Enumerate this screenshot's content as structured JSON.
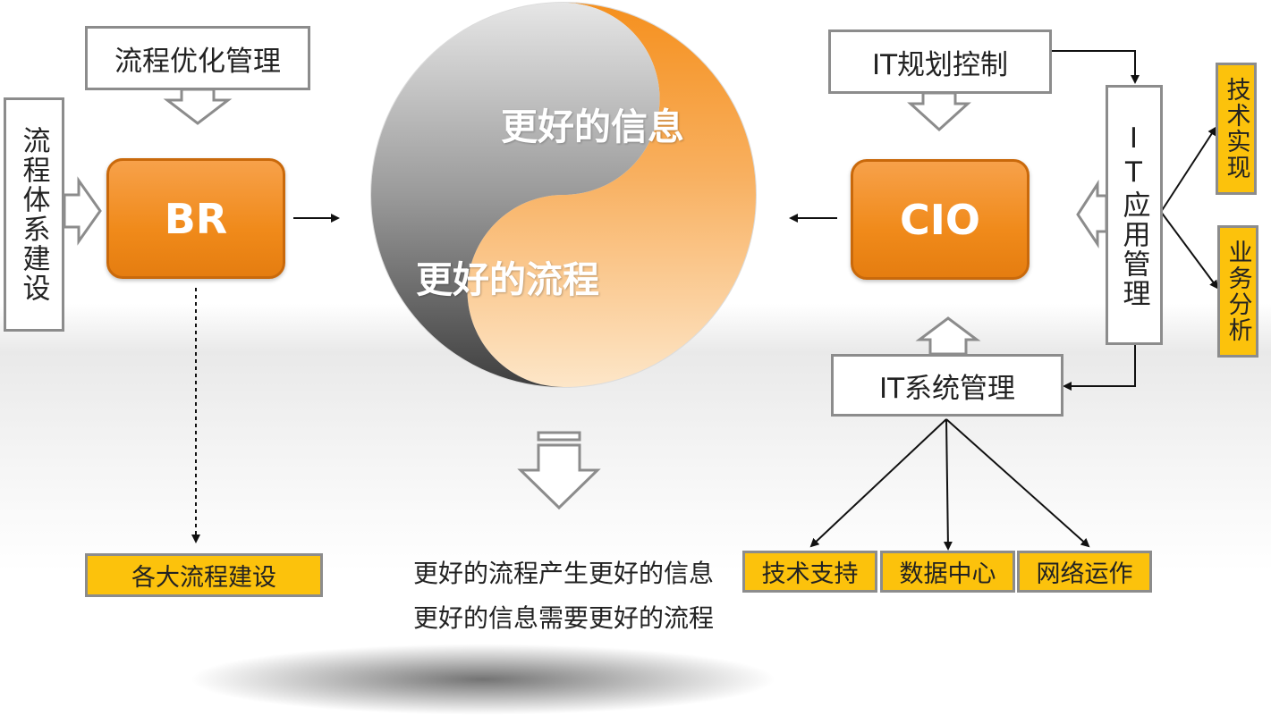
{
  "process_optimization": "流程优化管理",
  "process_system_build": "流程体系建设",
  "br_label": "BR",
  "major_process_build": "各大流程建设",
  "yin_yang": {
    "better_info": "更好的信息",
    "better_process": "更好的流程"
  },
  "captions": [
    "更好的流程产生更好的信息",
    "更好的信息需要更好的流程"
  ],
  "it_plan_control": "IT规划控制",
  "cio_label": "CIO",
  "it_app_management": "IT应用管理",
  "tech_realization": "技术实现",
  "business_analysis": "业务分析",
  "it_system_management": "IT系统管理",
  "bottom_items": [
    "技术支持",
    "数据中心",
    "网络运作"
  ],
  "colors": {
    "orange": "#f08a1a",
    "yellow": "#fcc20c",
    "gray_border": "#8c8c8c"
  }
}
